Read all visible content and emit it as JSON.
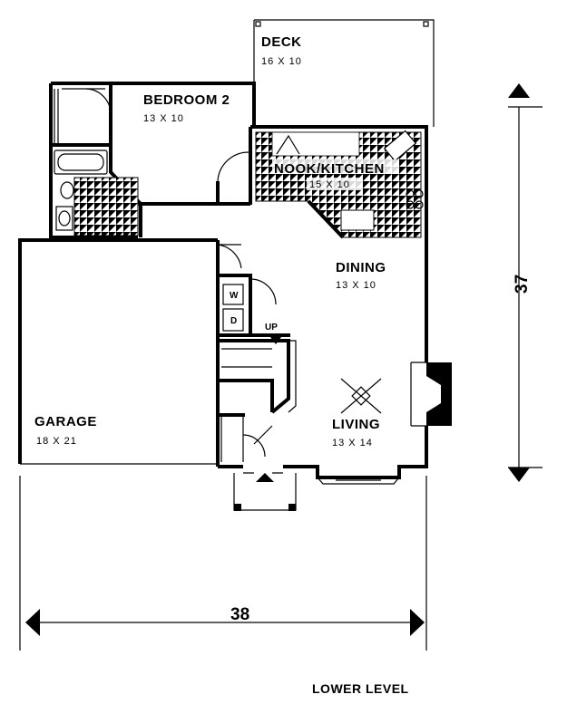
{
  "plan": {
    "title": "LOWER LEVEL",
    "overall_width": "38",
    "overall_depth": "37"
  },
  "rooms": {
    "deck": {
      "name": "DECK",
      "size": "16 X 10"
    },
    "bedroom2": {
      "name": "BEDROOM 2",
      "size": "13 X 10"
    },
    "nook_kitchen": {
      "name": "NOOK/KITCHEN",
      "size": "15 X 10"
    },
    "dining": {
      "name": "DINING",
      "size": "13 X 10"
    },
    "living": {
      "name": "LIVING",
      "size": "13 X 14"
    },
    "garage": {
      "name": "GARAGE",
      "size": "18 X 21"
    }
  },
  "fixtures": {
    "washer": "W",
    "dryer": "D",
    "stair": "UP"
  }
}
